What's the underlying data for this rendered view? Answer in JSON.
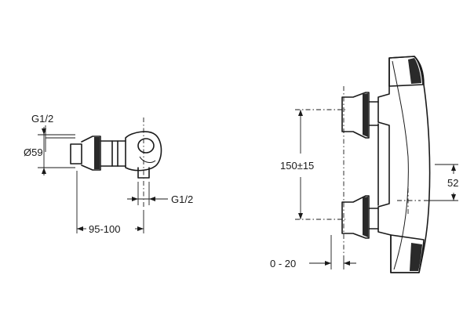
{
  "side_view": {
    "inlet_thread": "G1/2",
    "body_diameter": "Ø59",
    "outlet_thread": "G1/2",
    "wall_distance": "95-100"
  },
  "front_view": {
    "inlet_spacing": "150±15",
    "outlet_height": "52",
    "wall_offset": "0 - 20"
  }
}
